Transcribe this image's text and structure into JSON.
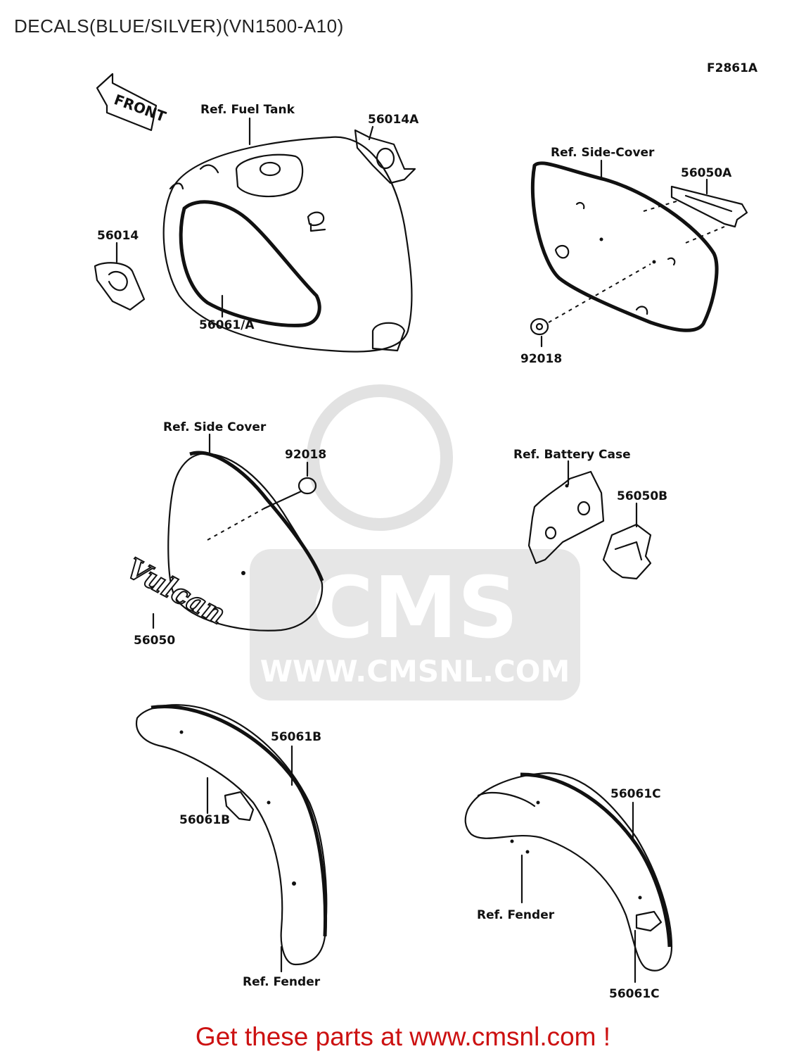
{
  "title": "DECALS(BLUE/SILVER)(VN1500-A10)",
  "figure_code": "F2861A",
  "front_arrow_text": "FRONT",
  "labels": {
    "ref_fuel_tank": "Ref. Fuel Tank",
    "p56014A": "56014A",
    "p56014": "56014",
    "p56061A": "56061/A",
    "ref_side_cover_top": "Ref. Side-Cover",
    "p56050A": "56050A",
    "p92018_top": "92018",
    "ref_side_cover": "Ref. Side Cover",
    "p92018_mid": "92018",
    "p56050": "56050",
    "ref_battery_case": "Ref. Battery Case",
    "p56050B": "56050B",
    "p56061B_a": "56061B",
    "p56061B_b": "56061B",
    "ref_fender_left": "Ref. Fender",
    "p56061C_a": "56061C",
    "ref_fender_right": "Ref. Fender",
    "p56061C_b": "56061C"
  },
  "vulcan_logo_text": "Vulcan",
  "watermark": {
    "brand": "CMS",
    "url": "WWW.CMSNL.COM"
  },
  "footer": "Get these parts at www.cmsnl.com !"
}
